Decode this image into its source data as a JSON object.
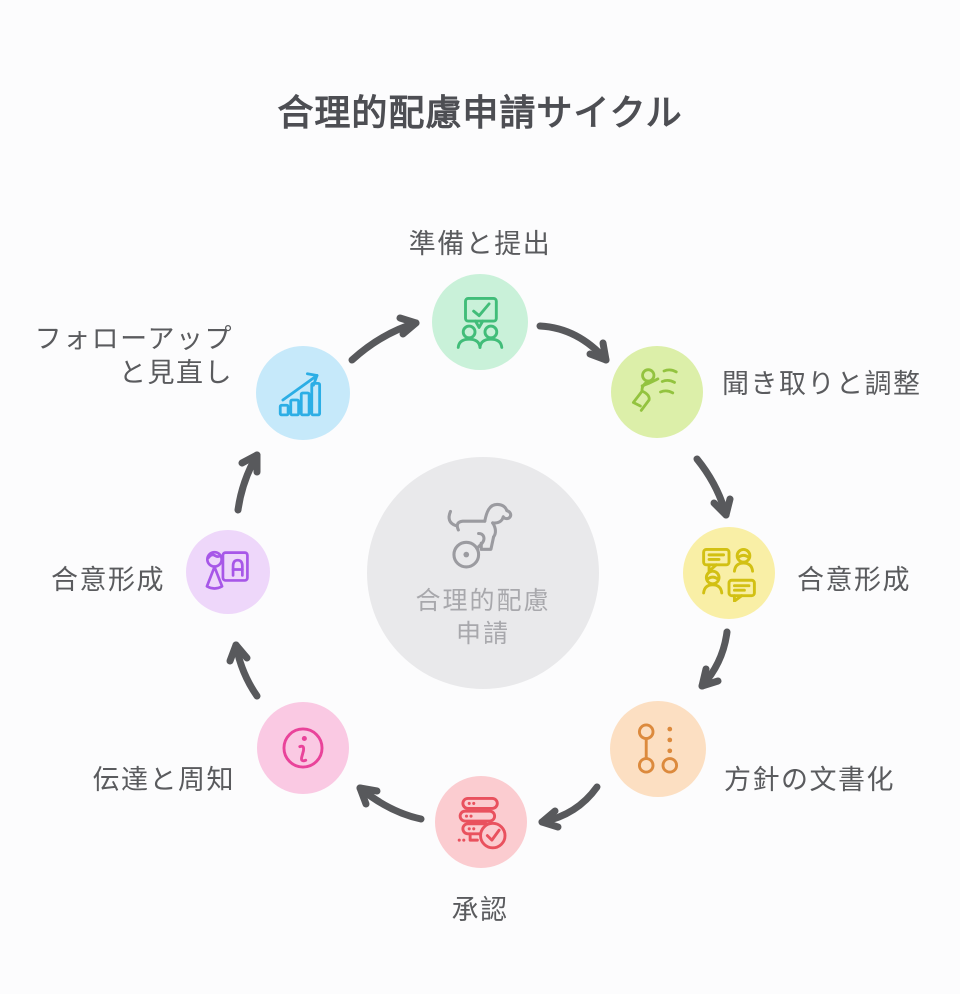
{
  "canvas_background": "#fcfcfd",
  "title": {
    "text": "合理的配慮申請サイクル",
    "color": "#4d4e53"
  },
  "center": {
    "line1": "合理的配慮",
    "line2": "申請",
    "icon": "assistance-dog-icon",
    "bg": "#e9e9eb",
    "icon_color": "#9b9ba0",
    "text_color": "#a8a8ac"
  },
  "arrow_color": "#58595c",
  "label_color": "#5a5b5e",
  "flow": "clockwise",
  "steps": [
    {
      "label": "準備と提出",
      "icon": "presentation-check-icon",
      "bg": "#c9f1d9",
      "icon_color": "#41bd79",
      "position": "top"
    },
    {
      "label": "聞き取りと調整",
      "icon": "active-person-icon",
      "bg": "#dcefa9",
      "icon_color": "#93c33f",
      "position": "top-right"
    },
    {
      "label": "合意形成",
      "icon": "discussion-icon",
      "bg": "#f9efa6",
      "icon_color": "#d2c013",
      "position": "right"
    },
    {
      "label": "方針の文書化",
      "icon": "milestones-icon",
      "bg": "#fcdfc2",
      "icon_color": "#dc8a3d",
      "position": "bottom-right"
    },
    {
      "label": "承認",
      "icon": "server-check-icon",
      "bg": "#fbccd0",
      "icon_color": "#e9515e",
      "position": "bottom"
    },
    {
      "label": "伝達と周知",
      "icon": "info-icon",
      "bg": "#fac9e3",
      "icon_color": "#e9439a",
      "position": "bottom-left"
    },
    {
      "label": "合意形成",
      "icon": "person-board-icon",
      "bg": "#eed7fa",
      "icon_color": "#a757e8",
      "position": "left"
    },
    {
      "label": "フォローアップと見直し",
      "label_lines": [
        "フォローアップ",
        "と見直し"
      ],
      "icon": "growth-chart-icon",
      "bg": "#c6e9fa",
      "icon_color": "#2caee5",
      "position": "top-left"
    }
  ]
}
